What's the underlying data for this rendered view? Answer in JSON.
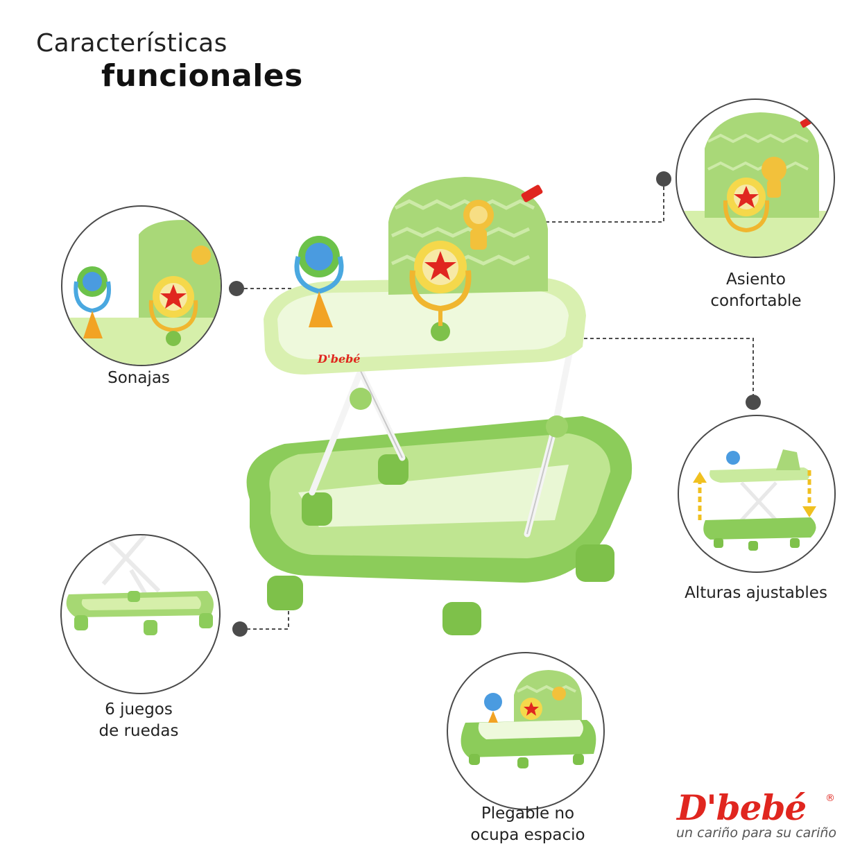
{
  "header": {
    "title_light": "Características",
    "title_bold": "funcionales"
  },
  "features": {
    "sonajas": "Sonajas",
    "seat_line1": "Asiento",
    "seat_line2": "confortable",
    "height": "Alturas ajustables",
    "wheels_line1": "6 juegos",
    "wheels_line2": "de ruedas",
    "fold_line1": "Plegable no",
    "fold_line2": "ocupa espacio"
  },
  "brand": {
    "name": "D'bebé",
    "registered": "®",
    "tagline": "un cariño para su cariño",
    "sticker": "D'bebé"
  },
  "colors": {
    "brand_red": "#e0261f",
    "walker_green": "#9ed36a",
    "walker_light": "#dff2b8",
    "connector": "#4b4b4b"
  }
}
